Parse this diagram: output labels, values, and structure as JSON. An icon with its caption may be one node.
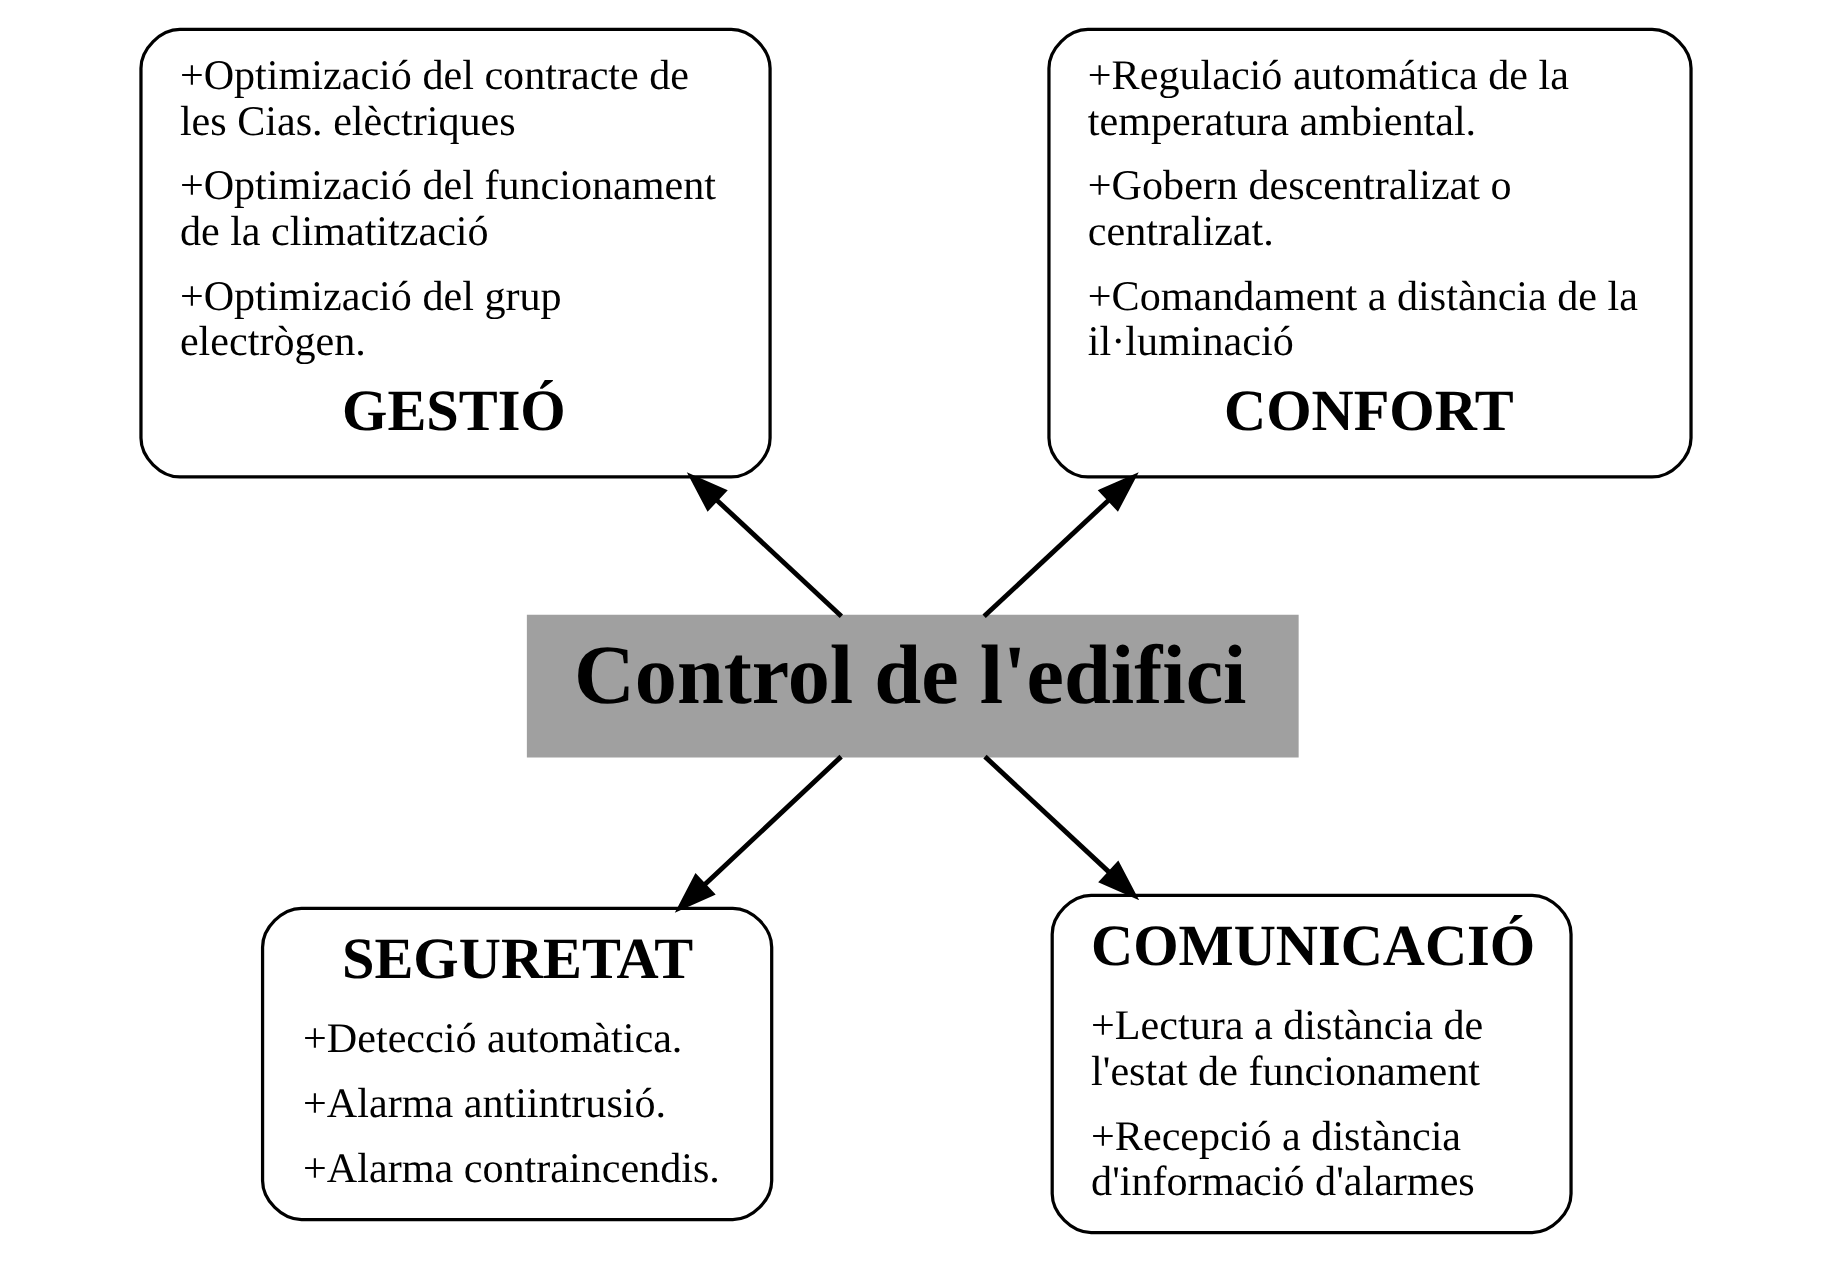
{
  "diagram": {
    "nodes": [
      {
        "text": [
          "+Optimizació del contracte de les Cias. elèctriques",
          "+Optimizació del funcionament de la climatització",
          "+Optimizació del grup electrògen.",
          "GESTIÓ"
        ]
      },
      {
        "text": [
          "+Regulació automática de la temperatura ambiental.",
          "+Gobern descentralizat o centralizat.",
          "+Comandament a distància de la il·luminació",
          "CONFORT"
        ]
      },
      {
        "text": [
          "Control de l'edifici"
        ]
      },
      {
        "text": [
          "SEGURETAT",
          "+Detecció automàtica.",
          "+Alarma antiintrusió.",
          "+Alarma contraincendis."
        ]
      },
      {
        "text": [
          "COMUNICACIÓ",
          "+Lectura a distància de l'estat de funcionament",
          "+Recepció a distància d'informació d'alarmes"
        ]
      }
    ],
    "edges": [
      {
        "from": 2,
        "to": 0,
        "arrow": "to"
      },
      {
        "from": 2,
        "to": 1,
        "arrow": "to"
      },
      {
        "from": 2,
        "to": 3,
        "arrow": "to"
      },
      {
        "from": 2,
        "to": 4,
        "arrow": "to"
      }
    ]
  }
}
